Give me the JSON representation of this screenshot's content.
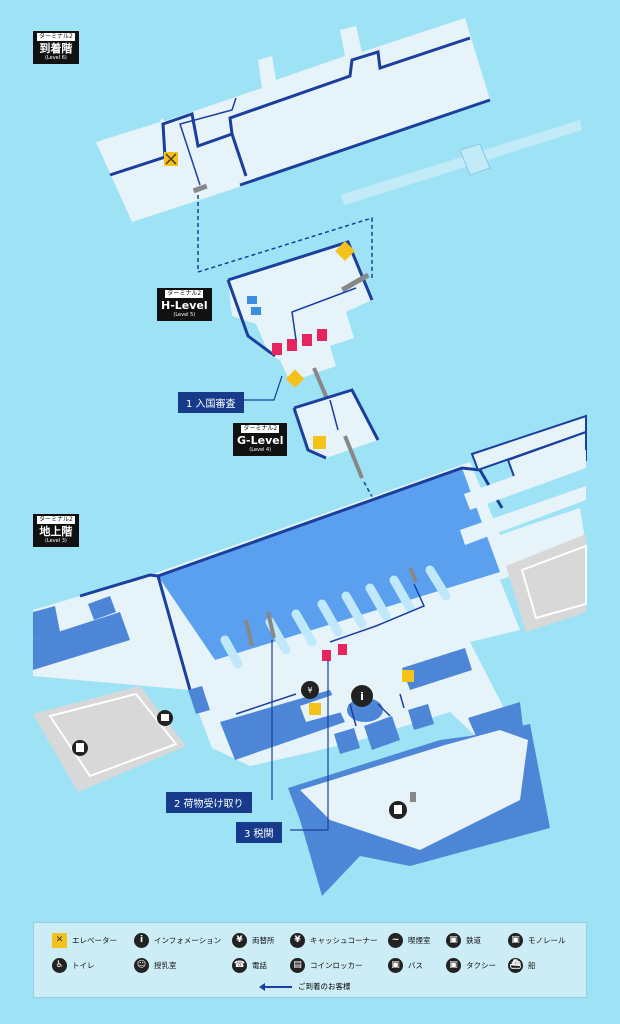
{
  "colors": {
    "background": "#9ee3f5",
    "floor": "#e6f3f9",
    "wall": "#1a3f9c",
    "side": "#4d86d6",
    "atrium": "#5aa0ee",
    "route": "#1b3fa3",
    "booth": "#e8245f",
    "elevator": "#f5c21b",
    "lot": "#d8d8d8",
    "label_bg": "#173a8a"
  },
  "levels": {
    "arrival": {
      "terminal": "ターミナル2",
      "name": "到着階",
      "level": "(Level 6)"
    },
    "h": {
      "terminal": "ターミナル2",
      "name": "H-Level",
      "level": "(Level 5)"
    },
    "g": {
      "terminal": "ターミナル2",
      "name": "G-Level",
      "level": "(Level 4)"
    },
    "ground": {
      "terminal": "ターミナル2",
      "name": "地上階",
      "level": "(Level 3)"
    }
  },
  "steps": [
    {
      "label": "1 入国審査"
    },
    {
      "label": "2 荷物受け取り"
    },
    {
      "label": "3 税関"
    }
  ],
  "map_icons": {
    "info": "info-icon",
    "currency": "currency-exchange-icon",
    "taxi": "taxi-icon",
    "train": "train-icon",
    "bus": "bus-icon",
    "elevator": "elevator-icon",
    "luggage": "luggage-icon"
  },
  "legend": {
    "items": [
      {
        "icon": "elevator-icon",
        "glyph": "✕",
        "label": "エレベーター"
      },
      {
        "icon": "information-icon",
        "glyph": "i",
        "label": "インフォメーション"
      },
      {
        "icon": "currency-exchange-icon",
        "glyph": "¥",
        "label": "両替所"
      },
      {
        "icon": "atm-icon",
        "glyph": "¥",
        "label": "キャッシュコーナー"
      },
      {
        "icon": "smoking-room-icon",
        "glyph": "~",
        "label": "喫煙室"
      },
      {
        "icon": "railway-icon",
        "glyph": "▣",
        "label": "鉄道"
      },
      {
        "icon": "monorail-icon",
        "glyph": "▣",
        "label": "モノレール"
      },
      {
        "icon": "toilet-icon",
        "glyph": "♿",
        "label": "トイレ"
      },
      {
        "icon": "nursing-room-icon",
        "glyph": "☺",
        "label": "授乳室"
      },
      {
        "icon": "telephone-icon",
        "glyph": "☎",
        "label": "電話"
      },
      {
        "icon": "coin-locker-icon",
        "glyph": "▤",
        "label": "コインロッカー"
      },
      {
        "icon": "bus-icon",
        "glyph": "▣",
        "label": "バス"
      },
      {
        "icon": "taxi-icon",
        "glyph": "▣",
        "label": "タクシー"
      },
      {
        "icon": "ship-icon",
        "glyph": "⛴",
        "label": "船"
      }
    ],
    "route_label": "ご到着のお客様"
  }
}
